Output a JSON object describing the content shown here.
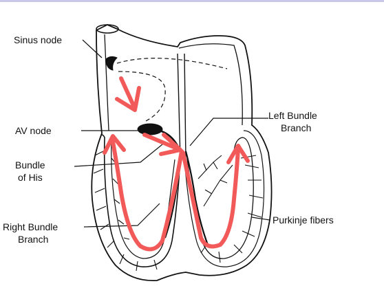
{
  "labels": {
    "sinus_node": "Sinus node",
    "av_node": "AV node",
    "bundle_of_his_line1": "Bundle",
    "bundle_of_his_line2": "of His",
    "left_bundle_line1": "Left Bundle",
    "left_bundle_line2": "Branch",
    "right_bundle_line1": "Right Bundle",
    "right_bundle_line2": "Branch",
    "purkinje": "Purkinje fibers"
  },
  "colors": {
    "line": "#111111",
    "arrow": "#f25a5a",
    "border": "#c9c7ea",
    "background": "#ffffff"
  }
}
